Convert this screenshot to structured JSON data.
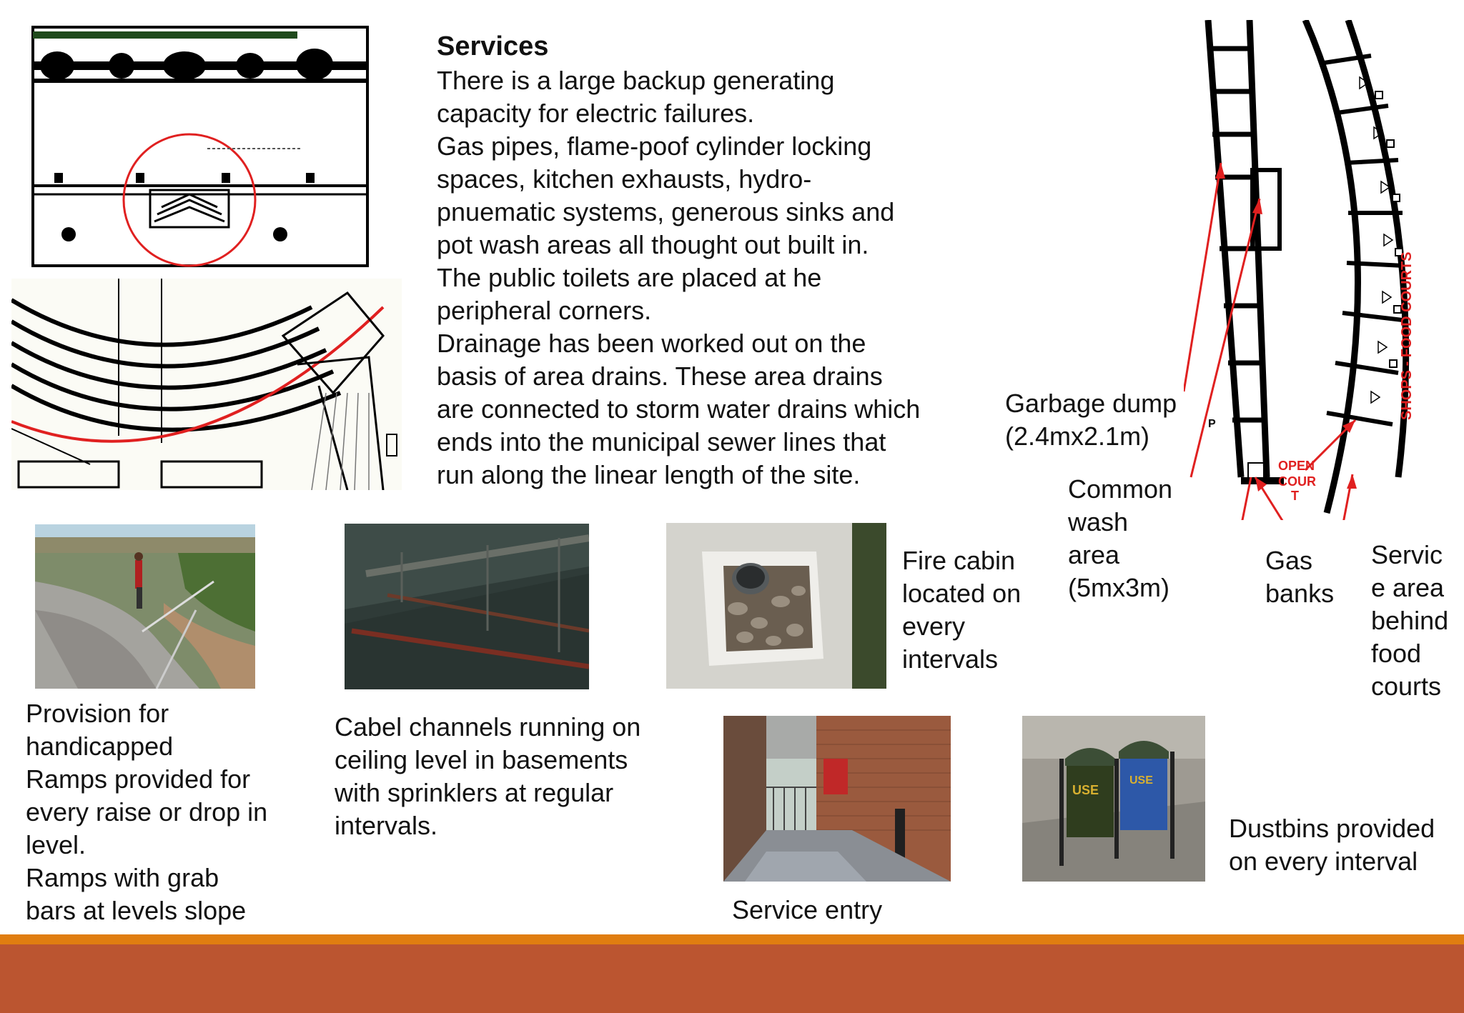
{
  "services": {
    "title": "Services",
    "body": "There is a large backup generating\ncapacity for electric failures.\nGas pipes, flame-poof cylinder locking\nspaces, kitchen exhausts, hydro-\npnuematic systems, generous sinks and\npot wash areas all thought out built in.\nThe public toilets are placed at he\nperipheral corners.\nDrainage has been worked out on the\nbasis of area drains. These area drains\nare connected to storm water drains which\nends into the municipal sewer lines that\nrun along the linear length of the site."
  },
  "plan_labels": {
    "garbage": "Garbage dump\n(2.4mx2.1m)",
    "wash": "Common\nwash\narea\n(5mx3m)",
    "gas": "Gas\nbanks",
    "service": "Servic\ne area\nbehind\nfood\ncourts",
    "shops": "SHOPS - FOOD COURTS",
    "open": "OPEN\nCOUR\nT"
  },
  "captions": {
    "handicapped": "Provision for\nhandicapped\nRamps provided for\nevery raise or drop in\nlevel.\nRamps with grab\nbars at levels slope",
    "cable": "Cabel channels running on\nceiling level in basements\nwith sprinklers at regular\nintervals.",
    "fire": "Fire cabin\nlocated on\nevery\nintervals",
    "service_entry": "Service entry",
    "dustbins": "Dustbins provided\non every interval"
  },
  "colors": {
    "footer_band": "#bb5530",
    "footer_stripe": "#e07d10",
    "annotation_red": "#e02020"
  }
}
